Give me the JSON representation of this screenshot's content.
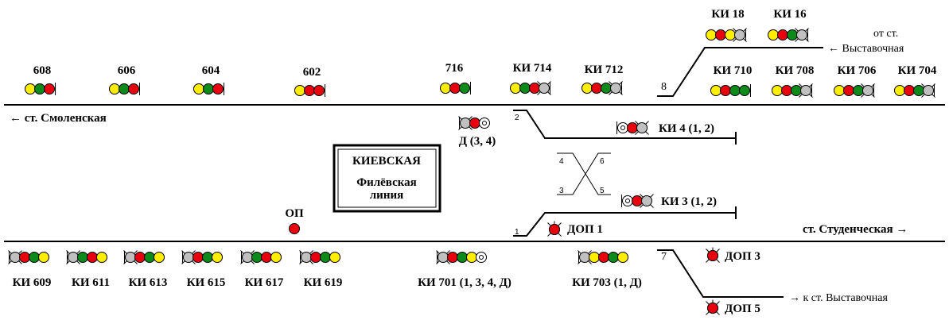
{
  "station": {
    "name": "КИЕВСКАЯ",
    "line_1": "Филёвская",
    "line_2": "линия"
  },
  "directions": {
    "smolenskaya": "← ст. Смоленская",
    "studencheskaya": "ст. Студенческая →",
    "from_vystavochnaya_1": "от ст.",
    "from_vystavochnaya_2": "← Выставочная",
    "to_vystavochnaya": "→   к ст. Выставочная"
  },
  "colors": {
    "red": "#e8000f",
    "green": "#0c8a1a",
    "yellow": "#ffee00",
    "gray": "#c0c0c0",
    "white": "#ffffff",
    "track": "#000000"
  },
  "switches": {
    "s1": "1",
    "s2": "2",
    "s3": "3",
    "s4": "4",
    "s5": "5",
    "s6": "6",
    "s7": "7",
    "s8": "8"
  },
  "signals_top": [
    {
      "id": "s608",
      "label": "608",
      "lamps": [
        "yellow",
        "green",
        "red"
      ]
    },
    {
      "id": "s606",
      "label": "606",
      "lamps": [
        "yellow",
        "green",
        "red"
      ]
    },
    {
      "id": "s604",
      "label": "604",
      "lamps": [
        "yellow",
        "green",
        "red"
      ]
    },
    {
      "id": "s602",
      "label": "602",
      "lamps": [
        "yellow",
        "red",
        "red"
      ]
    },
    {
      "id": "s716",
      "label": "716",
      "lamps": [
        "yellow",
        "red",
        "green"
      ]
    },
    {
      "id": "ski714",
      "label": "КИ 714",
      "lamps": [
        "yellow",
        "green",
        "red",
        "gray"
      ]
    },
    {
      "id": "ski712",
      "label": "КИ 712",
      "lamps": [
        "yellow",
        "red",
        "green",
        "gray"
      ]
    },
    {
      "id": "ski710",
      "label": "КИ 710",
      "lamps": [
        "yellow",
        "red",
        "green",
        "green"
      ]
    },
    {
      "id": "ski708",
      "label": "КИ 708",
      "lamps": [
        "yellow",
        "red",
        "green",
        "gray"
      ]
    },
    {
      "id": "ski706",
      "label": "КИ 706",
      "lamps": [
        "yellow",
        "red",
        "green",
        "gray"
      ]
    },
    {
      "id": "ski704",
      "label": "КИ 704",
      "lamps": [
        "yellow",
        "red",
        "green",
        "gray"
      ]
    },
    {
      "id": "ski18",
      "label": "КИ 18",
      "lamps": [
        "yellow",
        "red",
        "yellow",
        "gray"
      ]
    },
    {
      "id": "ski16",
      "label": "КИ 16",
      "lamps": [
        "yellow",
        "red",
        "green",
        "gray"
      ]
    }
  ],
  "signals_mid": [
    {
      "id": "sd34",
      "label": "Д (3, 4)",
      "lamps": [
        "gray",
        "red",
        "white"
      ]
    },
    {
      "id": "ski4",
      "label": "КИ 4 (1, 2)",
      "lamps": [
        "white",
        "red",
        "gray"
      ]
    },
    {
      "id": "ski3",
      "label": "КИ 3 (1, 2)",
      "lamps": [
        "white",
        "red",
        "gray"
      ]
    },
    {
      "id": "sop",
      "label": "ОП",
      "lamps": [
        "red"
      ]
    },
    {
      "id": "sdop1",
      "label": "ДОП 1",
      "lamps": [
        "red"
      ]
    }
  ],
  "signals_bottom": [
    {
      "id": "ski609",
      "label": "КИ 609",
      "lamps": [
        "gray",
        "red",
        "green",
        "yellow"
      ]
    },
    {
      "id": "ski611",
      "label": "КИ 611",
      "lamps": [
        "gray",
        "green",
        "red",
        "yellow"
      ]
    },
    {
      "id": "ski613",
      "label": "КИ 613",
      "lamps": [
        "gray",
        "red",
        "green",
        "yellow"
      ]
    },
    {
      "id": "ski615",
      "label": "КИ 615",
      "lamps": [
        "gray",
        "red",
        "green",
        "yellow"
      ]
    },
    {
      "id": "ski617",
      "label": "КИ 617",
      "lamps": [
        "gray",
        "green",
        "red",
        "yellow"
      ]
    },
    {
      "id": "ski619",
      "label": "КИ 619",
      "lamps": [
        "gray",
        "red",
        "green",
        "yellow"
      ]
    },
    {
      "id": "ski701",
      "label": "КИ 701 (1, 3, 4, Д)",
      "lamps": [
        "gray",
        "red",
        "green",
        "yellow",
        "white"
      ]
    },
    {
      "id": "ski703",
      "label": "КИ 703 (1, Д)",
      "lamps": [
        "gray",
        "yellow",
        "red",
        "green",
        "yellow"
      ]
    },
    {
      "id": "sdop3",
      "label": "ДОП 3",
      "lamps": [
        "red"
      ]
    },
    {
      "id": "sdop5",
      "label": "ДОП 5",
      "lamps": [
        "red"
      ]
    }
  ]
}
